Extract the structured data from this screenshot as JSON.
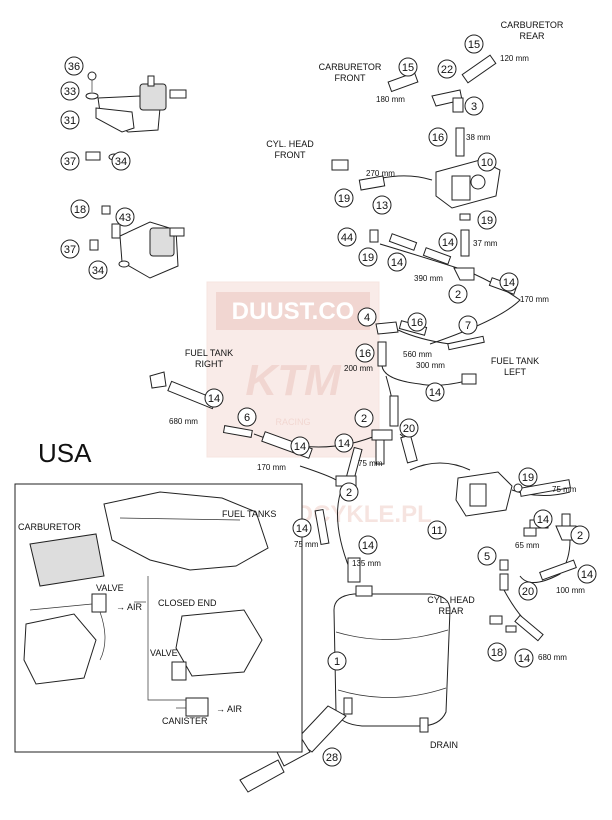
{
  "heading": "USA",
  "labels": {
    "carb_rear": [
      "CARBURETOR",
      "REAR"
    ],
    "carb_front": [
      "CARBURETOR",
      "FRONT"
    ],
    "cyl_head_front": [
      "CYL. HEAD",
      "FRONT"
    ],
    "fuel_tank_right": [
      "FUEL TANK",
      "RIGHT"
    ],
    "fuel_tank_left": [
      "FUEL TANK",
      "LEFT"
    ],
    "cyl_head_rear": [
      "CYL. HEAD",
      "REAR"
    ],
    "drain": "DRAIN",
    "inset_carburetor": "CARBURETOR",
    "inset_fuel_tanks": "FUEL TANKS",
    "inset_valve_1": "VALVE",
    "inset_air_1": "AIR",
    "inset_closed_end": "CLOSED END",
    "inset_valve_2": "VALVE",
    "inset_canister": "CANISTER",
    "inset_air_2": "AIR"
  },
  "watermark": {
    "brand": "DUUST.CO",
    "logo": "KTM",
    "tagline": "RACING",
    "url": "WWW.MOTOCYKLE.PL"
  },
  "dimensions": {
    "d120": "120 mm",
    "d180": "180 mm",
    "d38": "38 mm",
    "d270": "270 mm",
    "d37": "37 mm",
    "d390": "390 mm",
    "d170a": "170 mm",
    "d560": "560 mm",
    "d200": "200 mm",
    "d300": "300 mm",
    "d680a": "680 mm",
    "d170b": "170 mm",
    "d75a": "75 mm",
    "d75b": "75 mm",
    "d135": "135 mm",
    "d75c": "75 mm",
    "d65": "65 mm",
    "d100": "100 mm",
    "d680b": "680 mm"
  },
  "callouts": {
    "c36": "36",
    "c33": "33",
    "c31": "31",
    "c37a": "37",
    "c34a": "34",
    "c18a": "18",
    "c43": "43",
    "c37b": "37",
    "c34b": "34",
    "c15a": "15",
    "c15b": "15",
    "c22": "22",
    "c3": "3",
    "c16a": "16",
    "c10": "10",
    "c19a": "19",
    "c13": "13",
    "c19b": "19",
    "c44": "44",
    "c19c": "19",
    "c14a": "14",
    "c14b": "14",
    "c2a": "2",
    "c14c": "14",
    "c4": "4",
    "c16b": "16",
    "c7": "7",
    "c16c": "16",
    "c14d": "14",
    "c14e": "14",
    "c6": "6",
    "c14f": "14",
    "c2b": "2",
    "c20a": "20",
    "c14g": "14",
    "c2c": "2",
    "c14h": "14",
    "c14i": "14",
    "c11": "11",
    "c19d": "19",
    "c14j": "14",
    "c2d": "2",
    "c5": "5",
    "c20b": "20",
    "c14k": "14",
    "c18b": "18",
    "c14l": "14",
    "c1": "1",
    "c28": "28"
  }
}
